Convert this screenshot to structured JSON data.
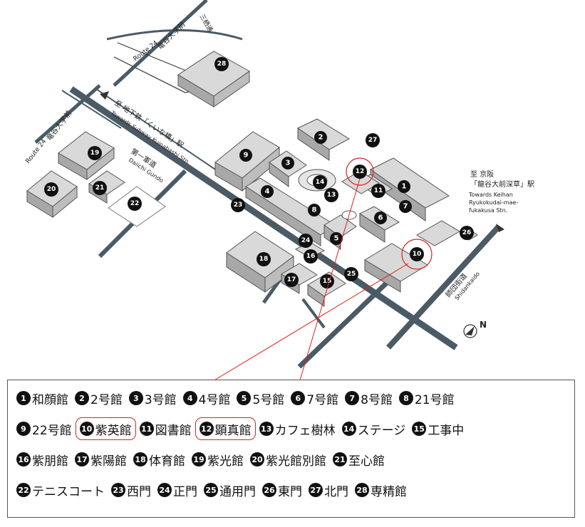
{
  "road_labels": {
    "route24_top": "Route 24",
    "ryoga_top": "竜谷大学前",
    "misato_top": "三栖通",
    "route24_left": "Route 24",
    "ryoga_left": "竜谷大学前",
    "subway_jp": "至 地下鉄「くいな橋」駅",
    "subway_en": "Towards Subway Kuinabashi Stn.",
    "gundo_jp": "第一軍道",
    "gundo_en": "Daiichi Gundo",
    "keihan_jp1": "至 京阪",
    "keihan_jp2": "「龍谷大前深草」駅",
    "keihan_en1": "Towards Keihan",
    "keihan_en2": "Ryukokudai-mae-",
    "keihan_en3": "fukakusa Stn.",
    "shidari_jp": "師団街道",
    "shidari_en": "Shidankaido",
    "north": "N"
  },
  "map_numbers": {
    "n1": "1",
    "n2": "2",
    "n3": "3",
    "n4": "4",
    "n5": "5",
    "n6": "6",
    "n7": "7",
    "n8": "8",
    "n9": "9",
    "n10": "10",
    "n11": "11",
    "n12": "12",
    "n13": "13",
    "n14": "14",
    "n15": "15",
    "n16": "16",
    "n17": "17",
    "n18": "18",
    "n19": "19",
    "n20": "20",
    "n21": "21",
    "n22": "22",
    "n23": "23",
    "n24": "24",
    "n25": "25",
    "n26": "26",
    "n27": "27",
    "n28": "28"
  },
  "legend": [
    [
      {
        "num": "1",
        "name": "和顔館",
        "hl": false
      },
      {
        "num": "2",
        "name": "2号館",
        "hl": false
      },
      {
        "num": "3",
        "name": "3号館",
        "hl": false
      },
      {
        "num": "4",
        "name": "4号館",
        "hl": false
      },
      {
        "num": "5",
        "name": "5号館",
        "hl": false
      },
      {
        "num": "6",
        "name": "7号館",
        "hl": false
      },
      {
        "num": "7",
        "name": "8号館",
        "hl": false
      },
      {
        "num": "8",
        "name": "21号館",
        "hl": false
      }
    ],
    [
      {
        "num": "9",
        "name": "22号館",
        "hl": false
      },
      {
        "num": "10",
        "name": "紫英館",
        "hl": true
      },
      {
        "num": "11",
        "name": "図書館",
        "hl": false
      },
      {
        "num": "12",
        "name": "顕真館",
        "hl": true
      },
      {
        "num": "13",
        "name": "カフェ樹林",
        "hl": false
      },
      {
        "num": "14",
        "name": "ステージ",
        "hl": false
      },
      {
        "num": "15",
        "name": "工事中",
        "hl": false
      }
    ],
    [
      {
        "num": "16",
        "name": "紫朋館",
        "hl": false
      },
      {
        "num": "17",
        "name": "紫陽館",
        "hl": false
      },
      {
        "num": "18",
        "name": "体育館",
        "hl": false
      },
      {
        "num": "19",
        "name": "紫光館",
        "hl": false
      },
      {
        "num": "20",
        "name": "紫光館別館",
        "hl": false
      },
      {
        "num": "21",
        "name": "至心館",
        "hl": false
      }
    ],
    [
      {
        "num": "22",
        "name": "テニスコート",
        "hl": false
      },
      {
        "num": "23",
        "name": "西門",
        "hl": false
      },
      {
        "num": "24",
        "name": "正門",
        "hl": false
      },
      {
        "num": "25",
        "name": "通用門",
        "hl": false
      },
      {
        "num": "26",
        "name": "東門",
        "hl": false
      },
      {
        "num": "27",
        "name": "北門",
        "hl": false
      },
      {
        "num": "28",
        "name": "専精館",
        "hl": false
      }
    ]
  ],
  "colors": {
    "road": "#4a5b66",
    "building_top": "#d9d9d9",
    "building_side": "#a8a8a8",
    "highlight": "#e02020",
    "badge": "#111111"
  }
}
